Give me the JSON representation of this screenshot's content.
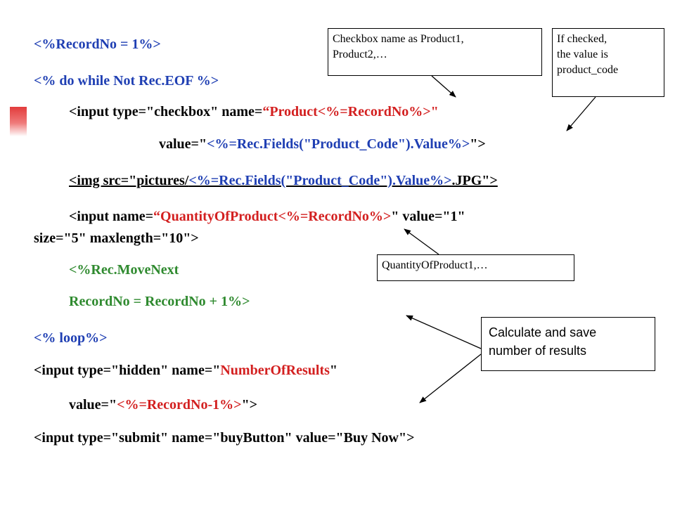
{
  "code": {
    "l1": "<%RecordNo = 1%>",
    "l2": "<% do while Not Rec.EOF %>",
    "l3a": "<input type=\"checkbox\" name=",
    "l3b": "“Product<%=RecordNo%>\"",
    "l4a": "value=\"",
    "l4b": "<%=Rec.Fields(\"Product_Code\").Value%>",
    "l4c": "\">",
    "l5a": "<img src=\"pictures/",
    "l5b": "<%=Rec.Fields(\"Product_Code\").Value%>",
    "l5c": ".JPG\">",
    "l6a": "<input name=",
    "l6b": "“QuantityOfProduct<%=RecordNo%>",
    "l6c": "\" value=\"1\"",
    "l7": "size=\"5\"  maxlength=\"10\">",
    "l8": "<%Rec.MoveNext",
    "l9": "RecordNo = RecordNo + 1%>",
    "l10": "<% loop%>",
    "l11a": "<input type=\"hidden\" name=\"",
    "l11b": "NumberOfResults",
    "l11c": "\"",
    "l12a": "value=\"",
    "l12b": "<%=RecordNo-1%>",
    "l12c": "\">",
    "l13": "<input type=\"submit\" name=\"buyButton\" value=\"Buy Now\">"
  },
  "callouts": {
    "checkbox_name_1": "Checkbox name as Product1,",
    "checkbox_name_2": "Product2,…",
    "if_checked_1": "If checked,",
    "if_checked_2": "the value is",
    "if_checked_3": "product_code",
    "quantity": "QuantityOfProduct1,…",
    "calculate_1": "Calculate and save",
    "calculate_2": "number of results"
  },
  "colors": {
    "code_text": "#000000",
    "asp_blue": "#1f3fb3",
    "asp_green": "#2f8a2f",
    "name_red": "#d32020",
    "bullet": "#e23c3c"
  }
}
